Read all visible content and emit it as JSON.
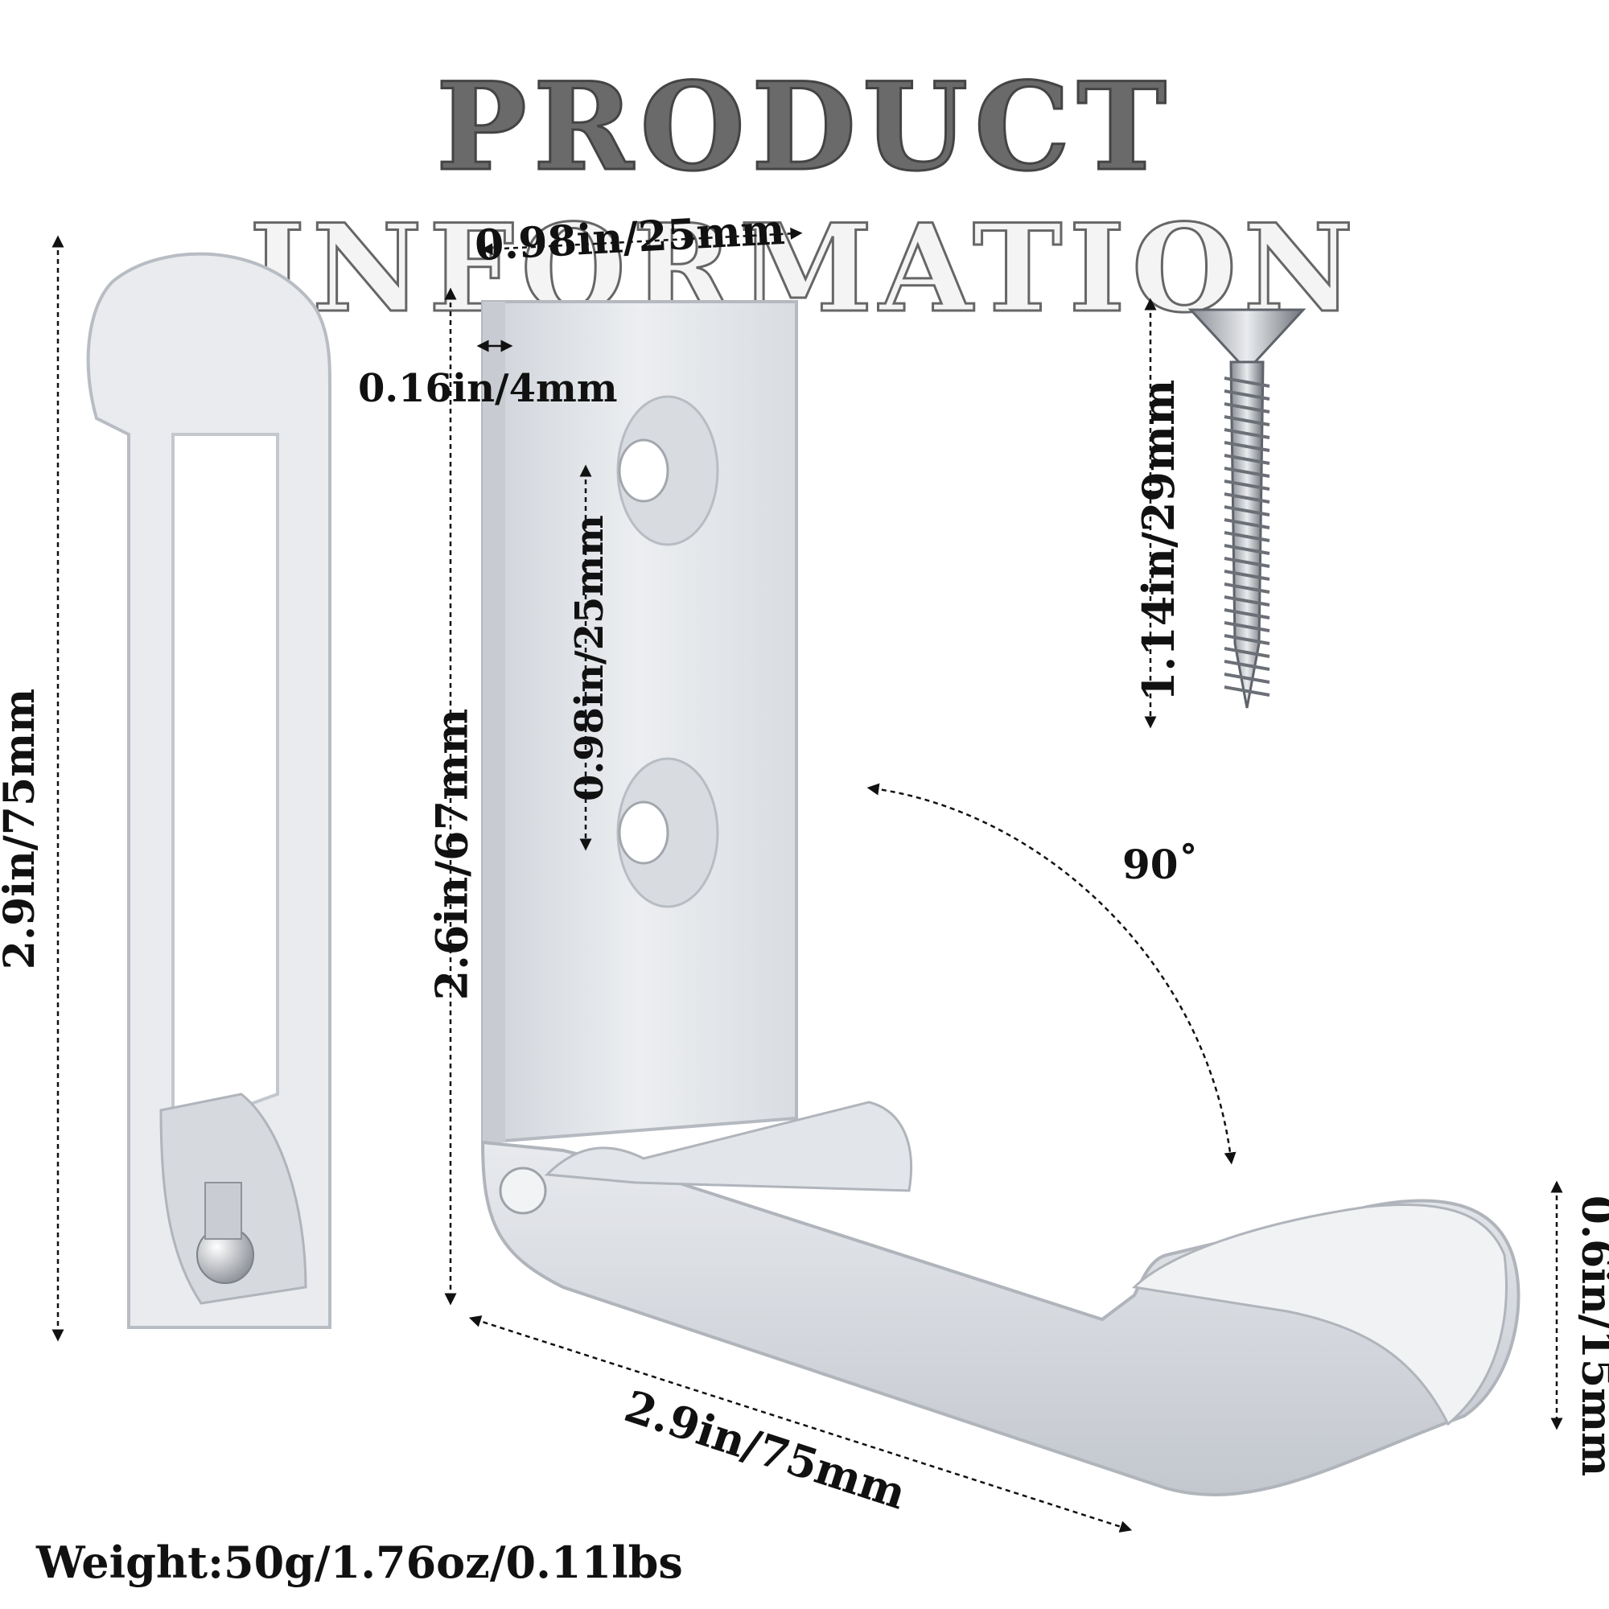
{
  "title": {
    "part1": "PRODUCT",
    "part2": "INFORMATION"
  },
  "dimensions": {
    "side_height": "2.9in/75mm",
    "plate_width": "0.98in/25mm",
    "thickness": "0.16in/4mm",
    "hole_spacing": "0.98in/25mm",
    "plate_height": "2.6in/67mm",
    "screw_length": "1.14in/29mm",
    "angle": "90˚",
    "hook_height": "0.6in/15mm",
    "arm_length": "2.9in/75mm"
  },
  "weight": "Weight:50g/1.76oz/0.11lbs",
  "colors": {
    "metal": "#e6e8ec",
    "metal_shadow": "#b9bdc4",
    "text": "#111111",
    "title_dark": "#6a6a6a"
  }
}
